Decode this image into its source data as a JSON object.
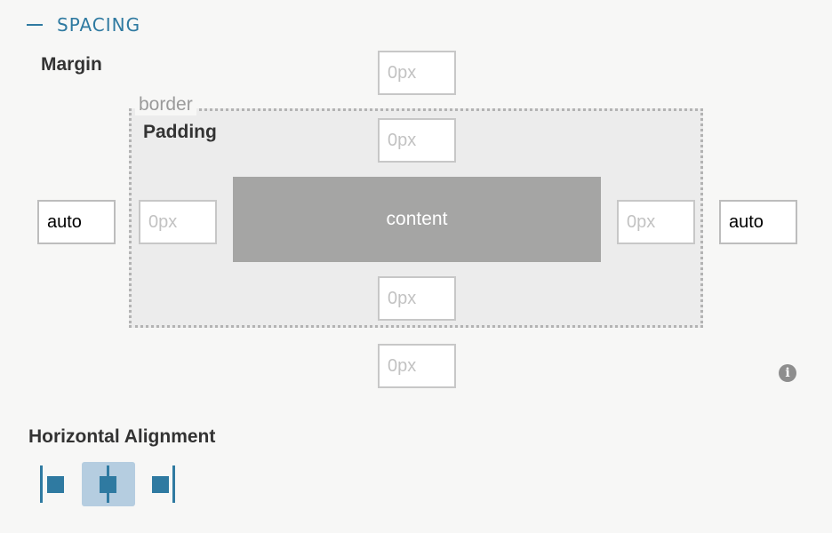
{
  "section": {
    "title": "SPACING",
    "collapse_icon": "minus-icon"
  },
  "margin": {
    "label": "Margin",
    "top": "",
    "top_placeholder": "0px",
    "bottom": "",
    "bottom_placeholder": "0px",
    "left": "auto",
    "right": "auto"
  },
  "border": {
    "label": "border"
  },
  "padding": {
    "label": "Padding",
    "top": "",
    "top_placeholder": "0px",
    "bottom": "",
    "bottom_placeholder": "0px",
    "left": "",
    "left_placeholder": "0px",
    "right": "",
    "right_placeholder": "0px"
  },
  "content": {
    "label": "content"
  },
  "info": {
    "icon": "info-icon"
  },
  "horizontal_alignment": {
    "label": "Horizontal Alignment",
    "options": [
      {
        "name": "align-left",
        "icon": "align-left-icon",
        "active": false
      },
      {
        "name": "align-center",
        "icon": "align-center-icon",
        "active": true
      },
      {
        "name": "align-right",
        "icon": "align-right-icon",
        "active": false
      }
    ]
  },
  "colors": {
    "accent": "#2f7aa1",
    "active_bg": "#b5cde0",
    "content_bg": "#a5a5a4",
    "border_bg": "#ececec"
  }
}
